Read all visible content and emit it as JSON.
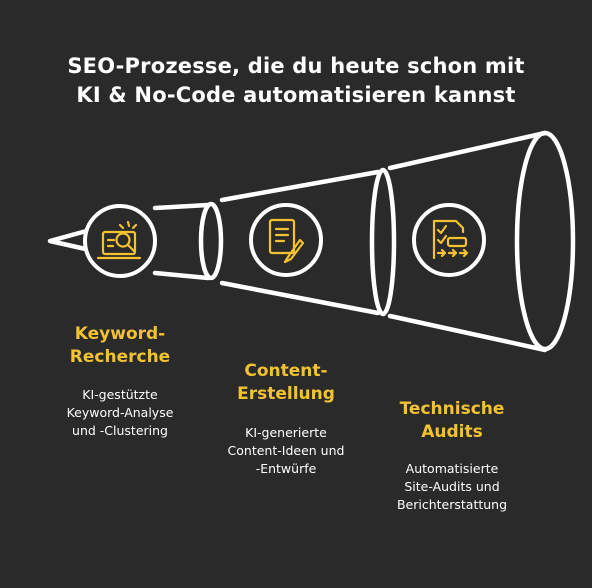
{
  "title": {
    "line1": "SEO-Prozesse, die du heute schon mit",
    "line2": "KI & No-Code automatisieren kannst"
  },
  "colors": {
    "background": "#2a2a2a",
    "outline": "#ffffff",
    "accent": "#f2c230",
    "text": "#ffffff"
  },
  "stages": [
    {
      "icon": "laptop-search-icon",
      "title_line1": "Keyword-",
      "title_line2": "Recherche",
      "desc_line1": "KI-gestützte",
      "desc_line2": "Keyword-Analyse",
      "desc_line3": "und -Clustering"
    },
    {
      "icon": "document-pen-icon",
      "title_line1": "Content-",
      "title_line2": "Erstellung",
      "desc_line1": "KI-generierte",
      "desc_line2": "Content-Ideen und",
      "desc_line3": "-Entwürfe"
    },
    {
      "icon": "audit-checklist-icon",
      "title_line1": "Technische",
      "title_line2": "Audits",
      "desc_line1": "Automatisierte",
      "desc_line2": "Site-Audits und",
      "desc_line3": "Berichterstattung"
    }
  ]
}
